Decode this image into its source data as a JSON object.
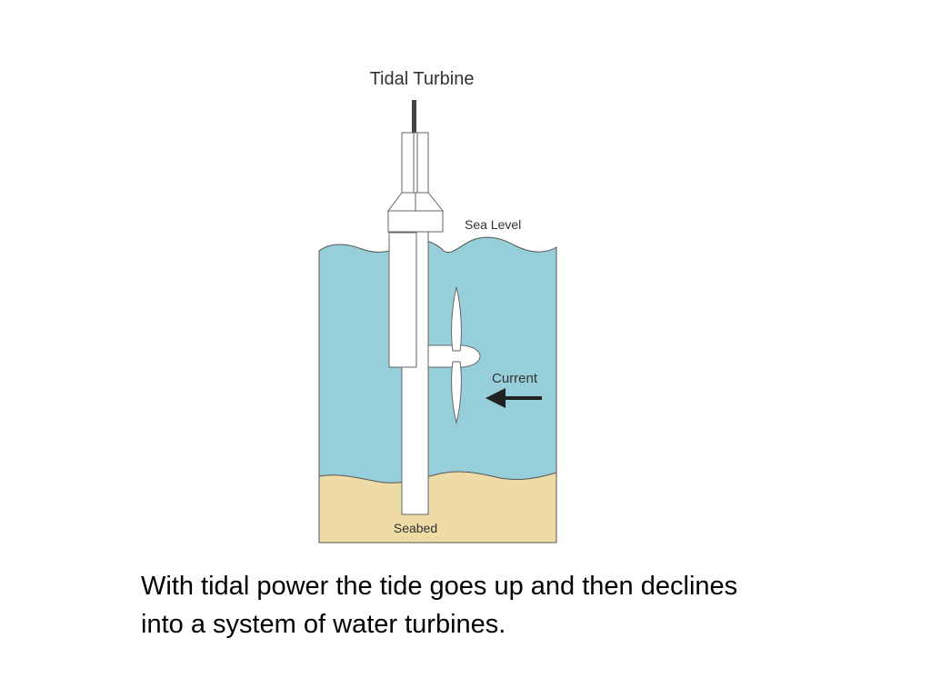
{
  "diagram": {
    "title": "Tidal Turbine",
    "labels": {
      "sea_level": "Sea Level",
      "current": "Current",
      "seabed": "Seabed"
    },
    "colors": {
      "water": "#96cfd9",
      "seabed": "#efdba6",
      "structure": "#ffffff",
      "outline": "#555555",
      "arrow": "#222222"
    }
  },
  "caption": {
    "line1": "With tidal power the tide goes up and then declines",
    "line2": "into a system of water turbines."
  }
}
